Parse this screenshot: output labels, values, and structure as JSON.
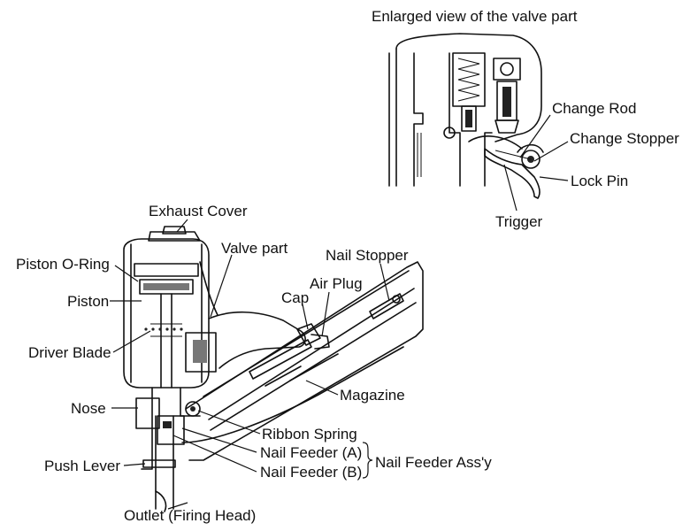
{
  "enlarged_title": "Enlarged view of the valve part",
  "labels": {
    "change_rod": "Change Rod",
    "change_stopper": "Change Stopper",
    "lock_pin": "Lock Pin",
    "trigger": "Trigger",
    "exhaust_cover": "Exhaust Cover",
    "valve_part": "Valve part",
    "piston_o_ring": "Piston O-Ring",
    "nail_stopper": "Nail Stopper",
    "air_plug": "Air Plug",
    "cap": "Cap",
    "piston": "Piston",
    "driver_blade": "Driver Blade",
    "magazine": "Magazine",
    "nose": "Nose",
    "ribbon_spring": "Ribbon Spring",
    "nail_feeder_a": "Nail Feeder (A)",
    "nail_feeder_b": "Nail Feeder (B)",
    "nail_feeder_assy": "Nail Feeder Ass'y",
    "push_lever": "Push Lever",
    "outlet": "Outlet (Firing Head)"
  }
}
